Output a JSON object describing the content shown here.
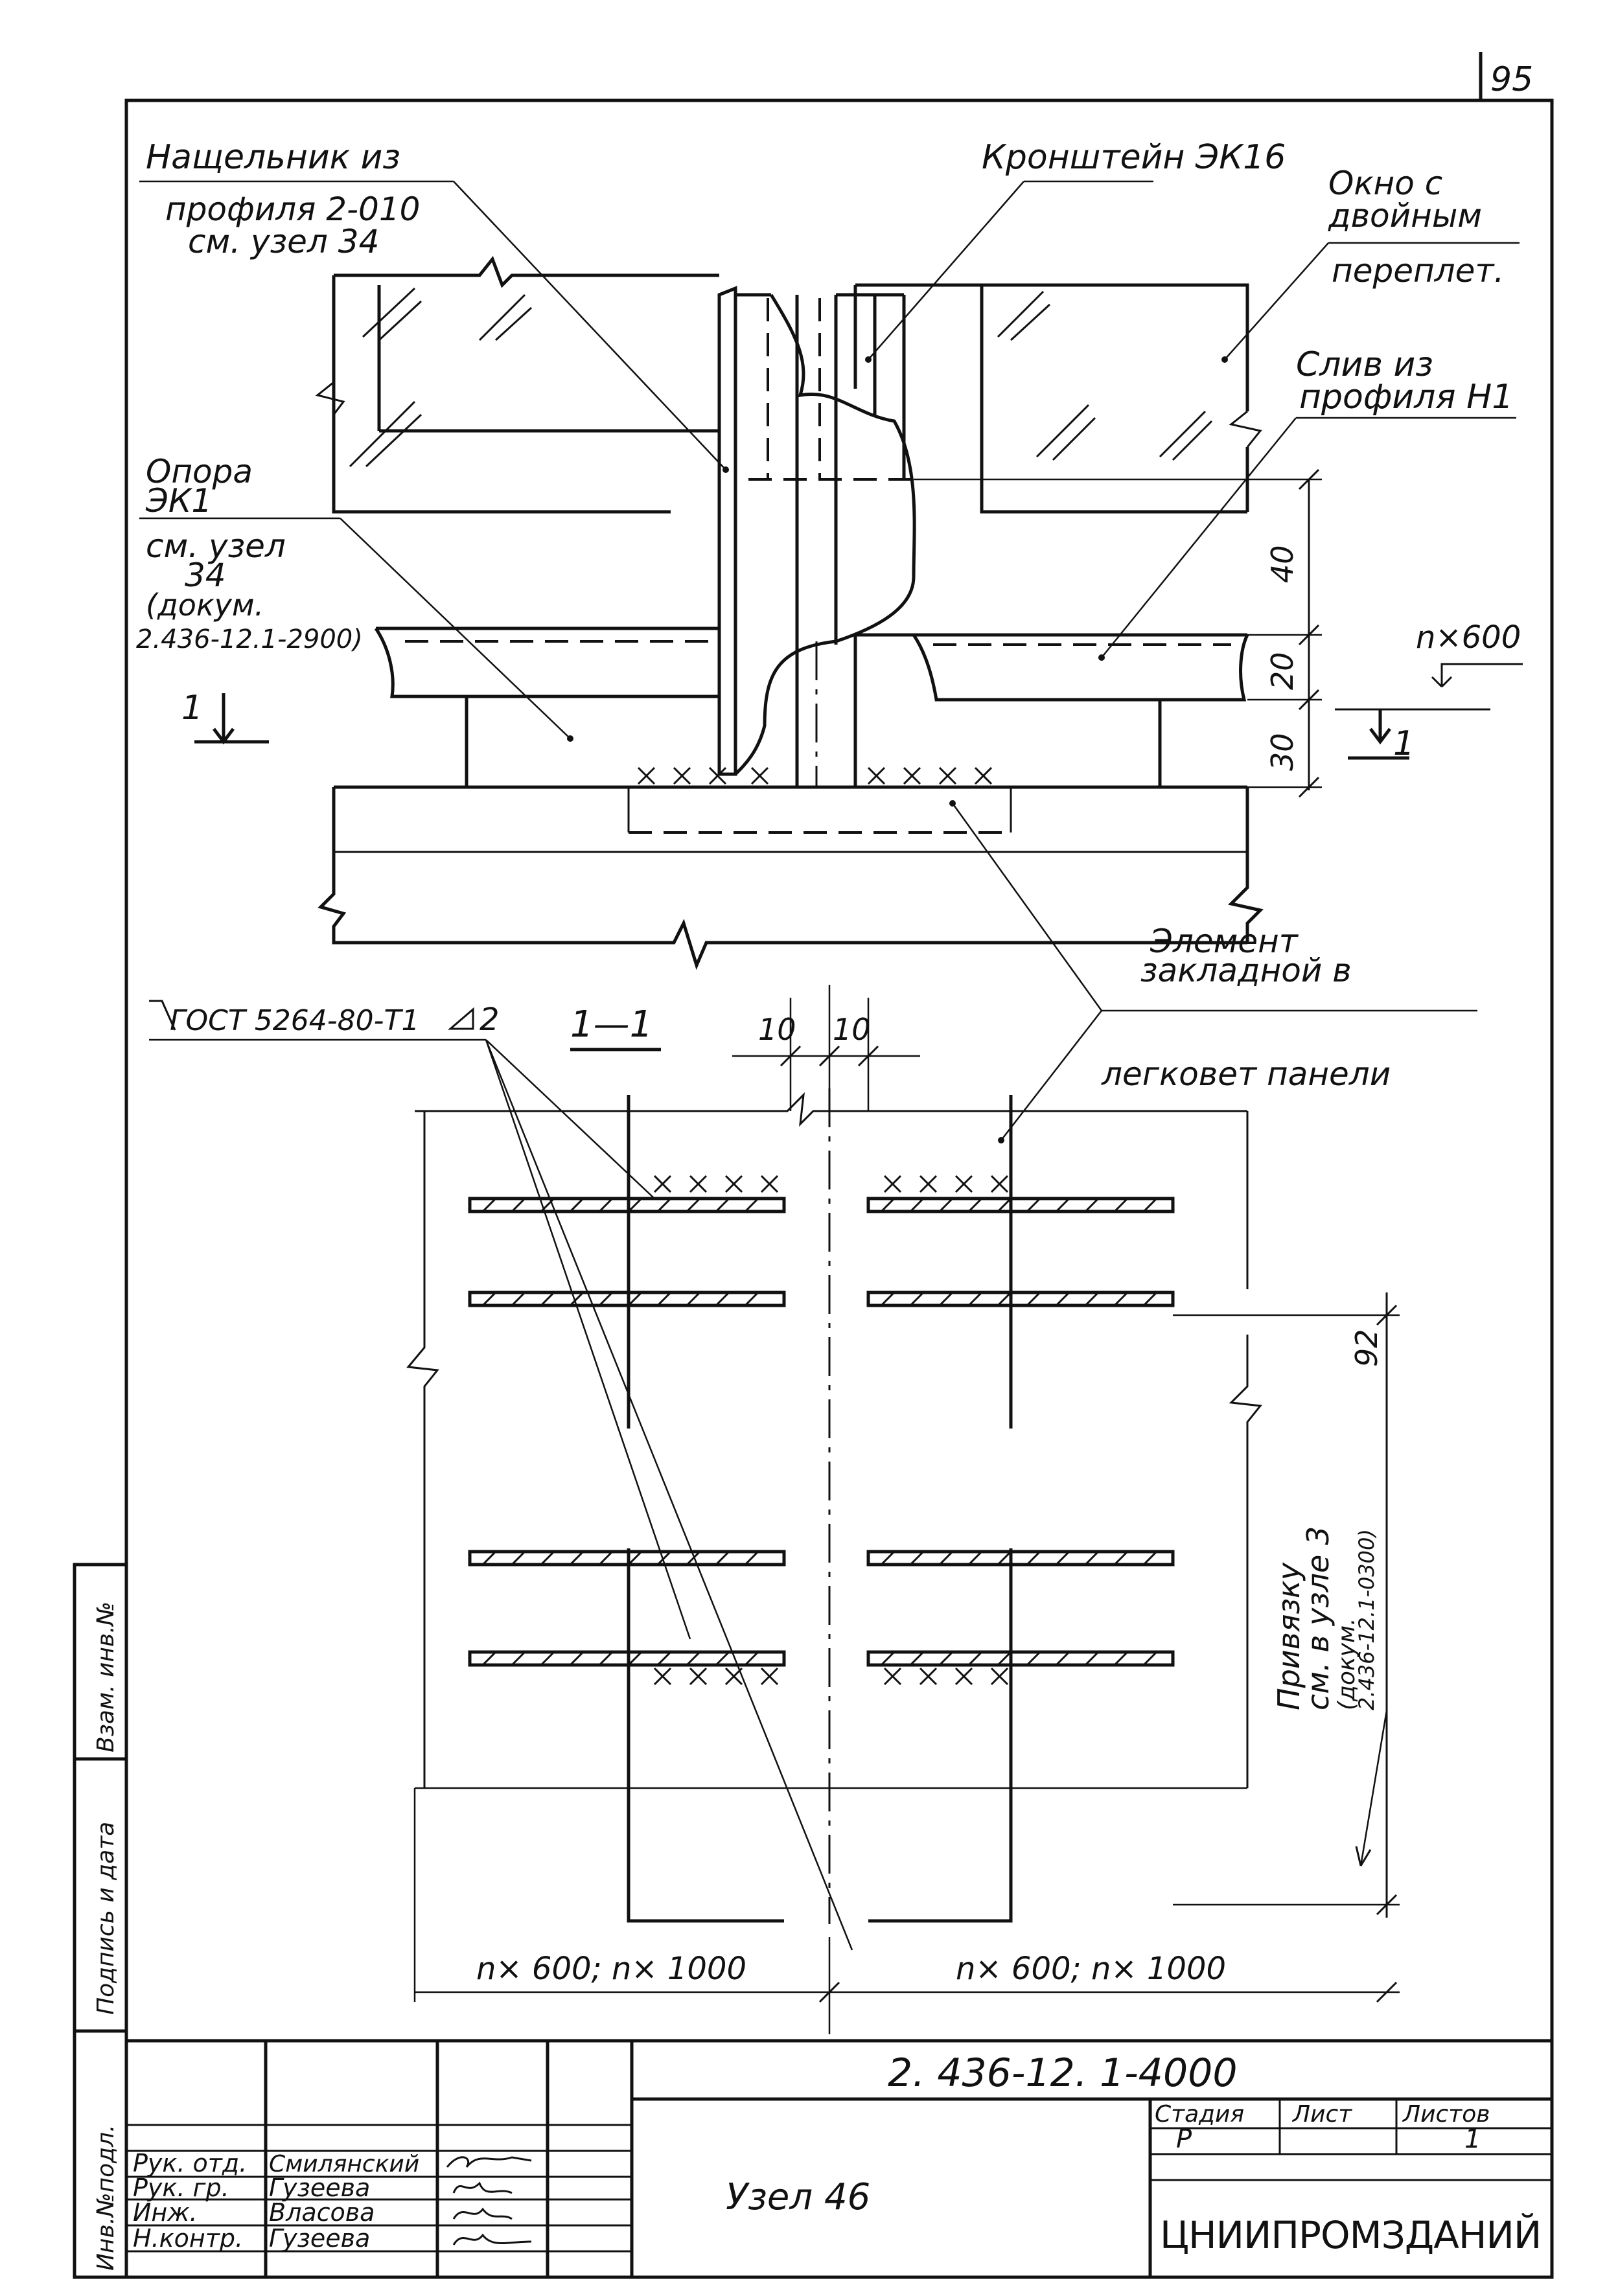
{
  "sheet_number": "95",
  "labels": {
    "nashchelnik": [
      "Нащельник из",
      "профиля 2-010",
      "см. узел 34"
    ],
    "kronshtein": "Кронштейн ЭК16",
    "okno": [
      "Окно с",
      "двойным",
      "переплет."
    ],
    "sliv": [
      "Слив из",
      "профиля Н1"
    ],
    "opora": [
      "Опора",
      "ЭК1",
      "см. узел",
      "34",
      "(докум.",
      "2.436-12.1-2900)"
    ],
    "element": [
      "Элемент",
      "закладной в",
      "легковет панели"
    ],
    "weld": "ГОСТ 5264-80-Т1",
    "weld_size": "2",
    "section": "1—1",
    "cut_mark": "1",
    "privyazka": [
      "Привязку",
      "см. в узле 3",
      "(докум.",
      "2.436-12.1-0300)"
    ]
  },
  "dimensions": {
    "d40": "40",
    "d20": "20",
    "d30": "30",
    "nx600": "n×600",
    "d10a": "10",
    "d10b": "10",
    "d92": "92",
    "bottom_left": "n× 600;  n× 1000",
    "bottom_right": "n× 600;  n× 1000"
  },
  "side_stamp": [
    "Инв.№подл.",
    "Подпись и дата",
    "Взам. инв.№"
  ],
  "title_block": {
    "doc_code": "2. 436-12. 1-4000",
    "title": "Узел 46",
    "roles": [
      "Рук. отд.",
      "Рук. гр.",
      "Инж.",
      "Н.контр."
    ],
    "names": [
      "Смилянский",
      "Гузеева",
      "Власова",
      "Гузеева"
    ],
    "stage_header": "Стадия",
    "sheet_header": "Лист",
    "sheets_header": "Листов",
    "stage": "Р",
    "sheet": "",
    "sheets": "1",
    "organization": "ЦНИИПРОМЗДАНИЙ"
  }
}
